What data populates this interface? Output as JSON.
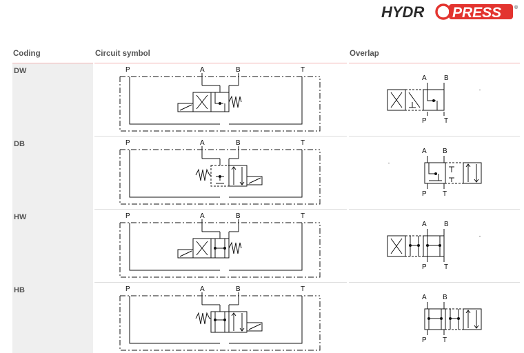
{
  "brand": {
    "logo_left": "HYDR",
    "logo_right": "PRESS",
    "registered": "®",
    "accent": "#e3342f"
  },
  "columns": {
    "coding": "Coding",
    "circuit": "Circuit symbol",
    "overlap": "Overlap"
  },
  "ports": {
    "p": "P",
    "a": "A",
    "b": "B",
    "t": "T"
  },
  "rows": [
    {
      "code": "DW"
    },
    {
      "code": "DB"
    },
    {
      "code": "HW"
    },
    {
      "code": "HB"
    }
  ]
}
